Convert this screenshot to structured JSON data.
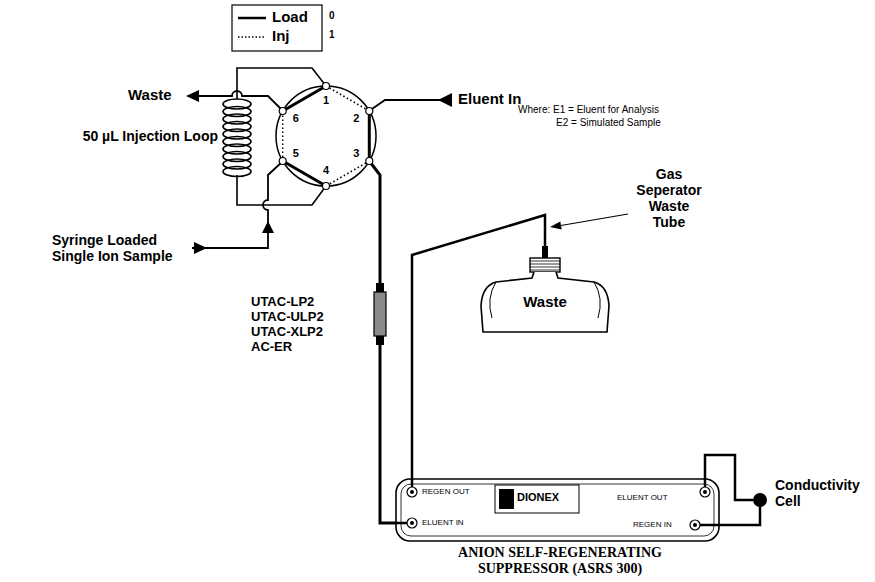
{
  "diagram": {
    "nodes": [
      {
        "text": [
          "1",
          "2",
          "3",
          "4",
          "5",
          "6"
        ]
      },
      {
        "text": [
          "UTAC-LP2",
          "UTAC-ULP2",
          "UTAC-XLP2",
          "AC-ER"
        ]
      },
      {
        "text": [
          "Waste"
        ]
      },
      {
        "text": [
          "REGEN OUT",
          "ELUENT IN",
          "DIONEX",
          "ELUENT OUT",
          "REGEN IN",
          "ANION SELF-REGENERATING SUPPRESSOR (ASRS 300)"
        ]
      },
      {
        "text": [
          "Conductivity Cell"
        ]
      }
    ],
    "edges": [
      {
        "from": 0,
        "to": 1,
        "arrow": "none"
      },
      {
        "from": 1,
        "to": 3,
        "arrow": "none"
      },
      {
        "from": 3,
        "to": 2,
        "arrow": "none"
      },
      {
        "from": 3,
        "to": 4,
        "arrow": "none"
      },
      {
        "from": 4,
        "to": 3,
        "arrow": "none"
      }
    ],
    "labels": [
      "0",
      "1",
      "Waste",
      "Eluent In",
      "Where: E1 = Eluent for Analysis",
      "E2 = Simulated Sample",
      "50 µL Injection Loop",
      "Syringe Loaded Single Ion Sample",
      "Gas Seperator Waste Tube"
    ],
    "legend": [
      {
        "text": "Load"
      },
      {
        "text": "Inj"
      }
    ]
  }
}
